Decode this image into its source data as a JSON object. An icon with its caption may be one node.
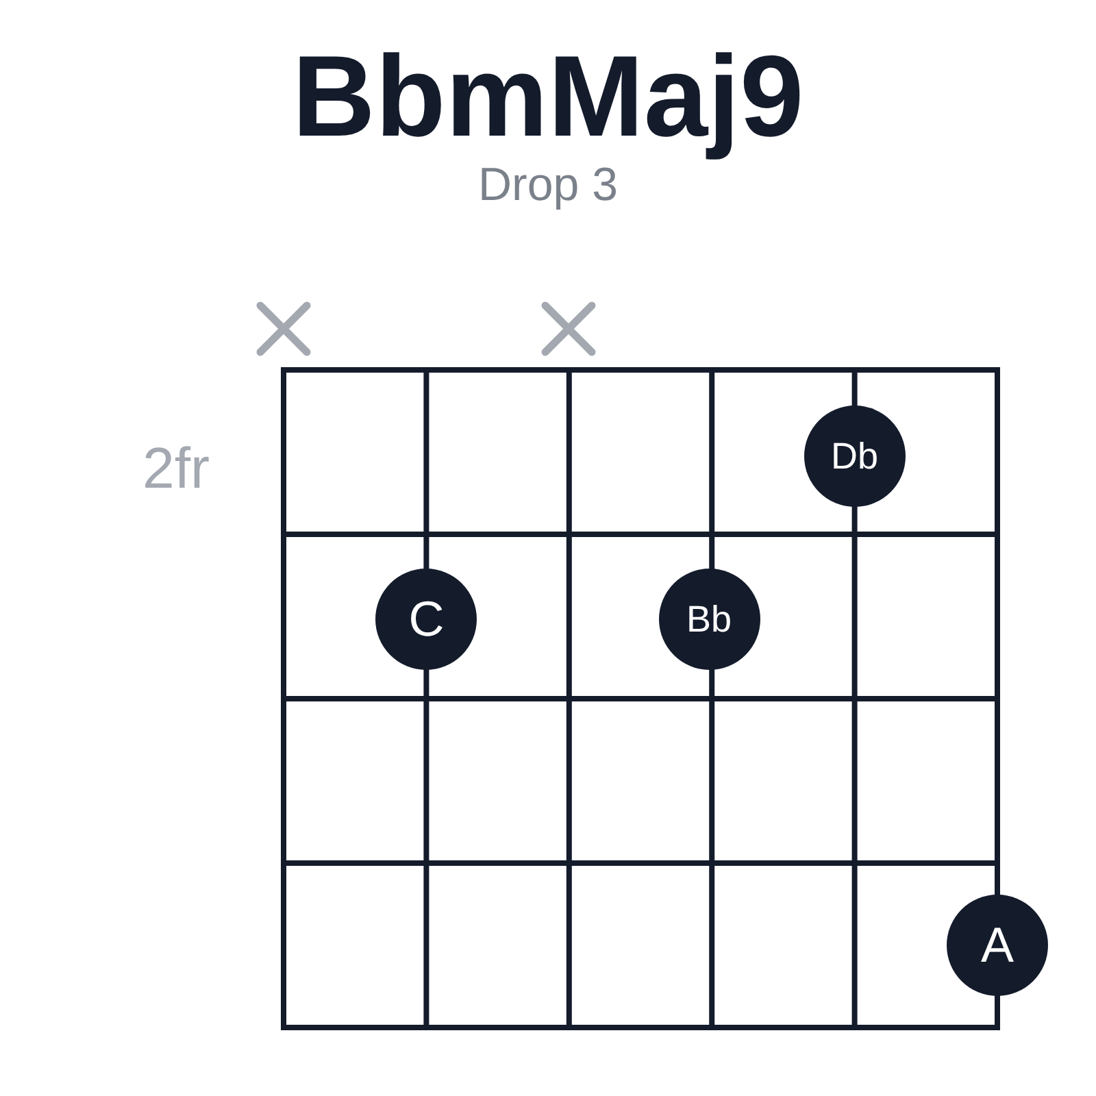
{
  "diagram": {
    "title": "BbmMaj9",
    "nodes": [
      {
        "text": [
          "Db"
        ]
      },
      {
        "text": [
          "C"
        ]
      },
      {
        "text": [
          "Bb"
        ]
      },
      {
        "text": [
          "A"
        ]
      }
    ],
    "labels": [
      "Drop 3",
      "2fr"
    ]
  }
}
